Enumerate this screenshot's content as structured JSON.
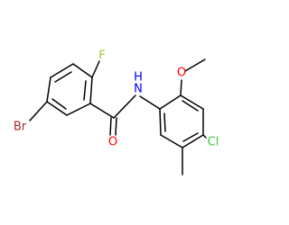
{
  "structure": {
    "atom_labels": {
      "bromine": "Br",
      "fluorine": "F",
      "amide_oxygen": "O",
      "amide_nitrogen": "N",
      "amide_hydrogen": "H",
      "methoxy_oxygen": "O",
      "chlorine": "Cl"
    },
    "colors": {
      "bromine": "#a52a2a",
      "fluorine": "#9acd32",
      "oxygen": "#ff0000",
      "nitrogen": "#0000ff",
      "chlorine": "#32cd32",
      "bond": "#000000"
    }
  }
}
